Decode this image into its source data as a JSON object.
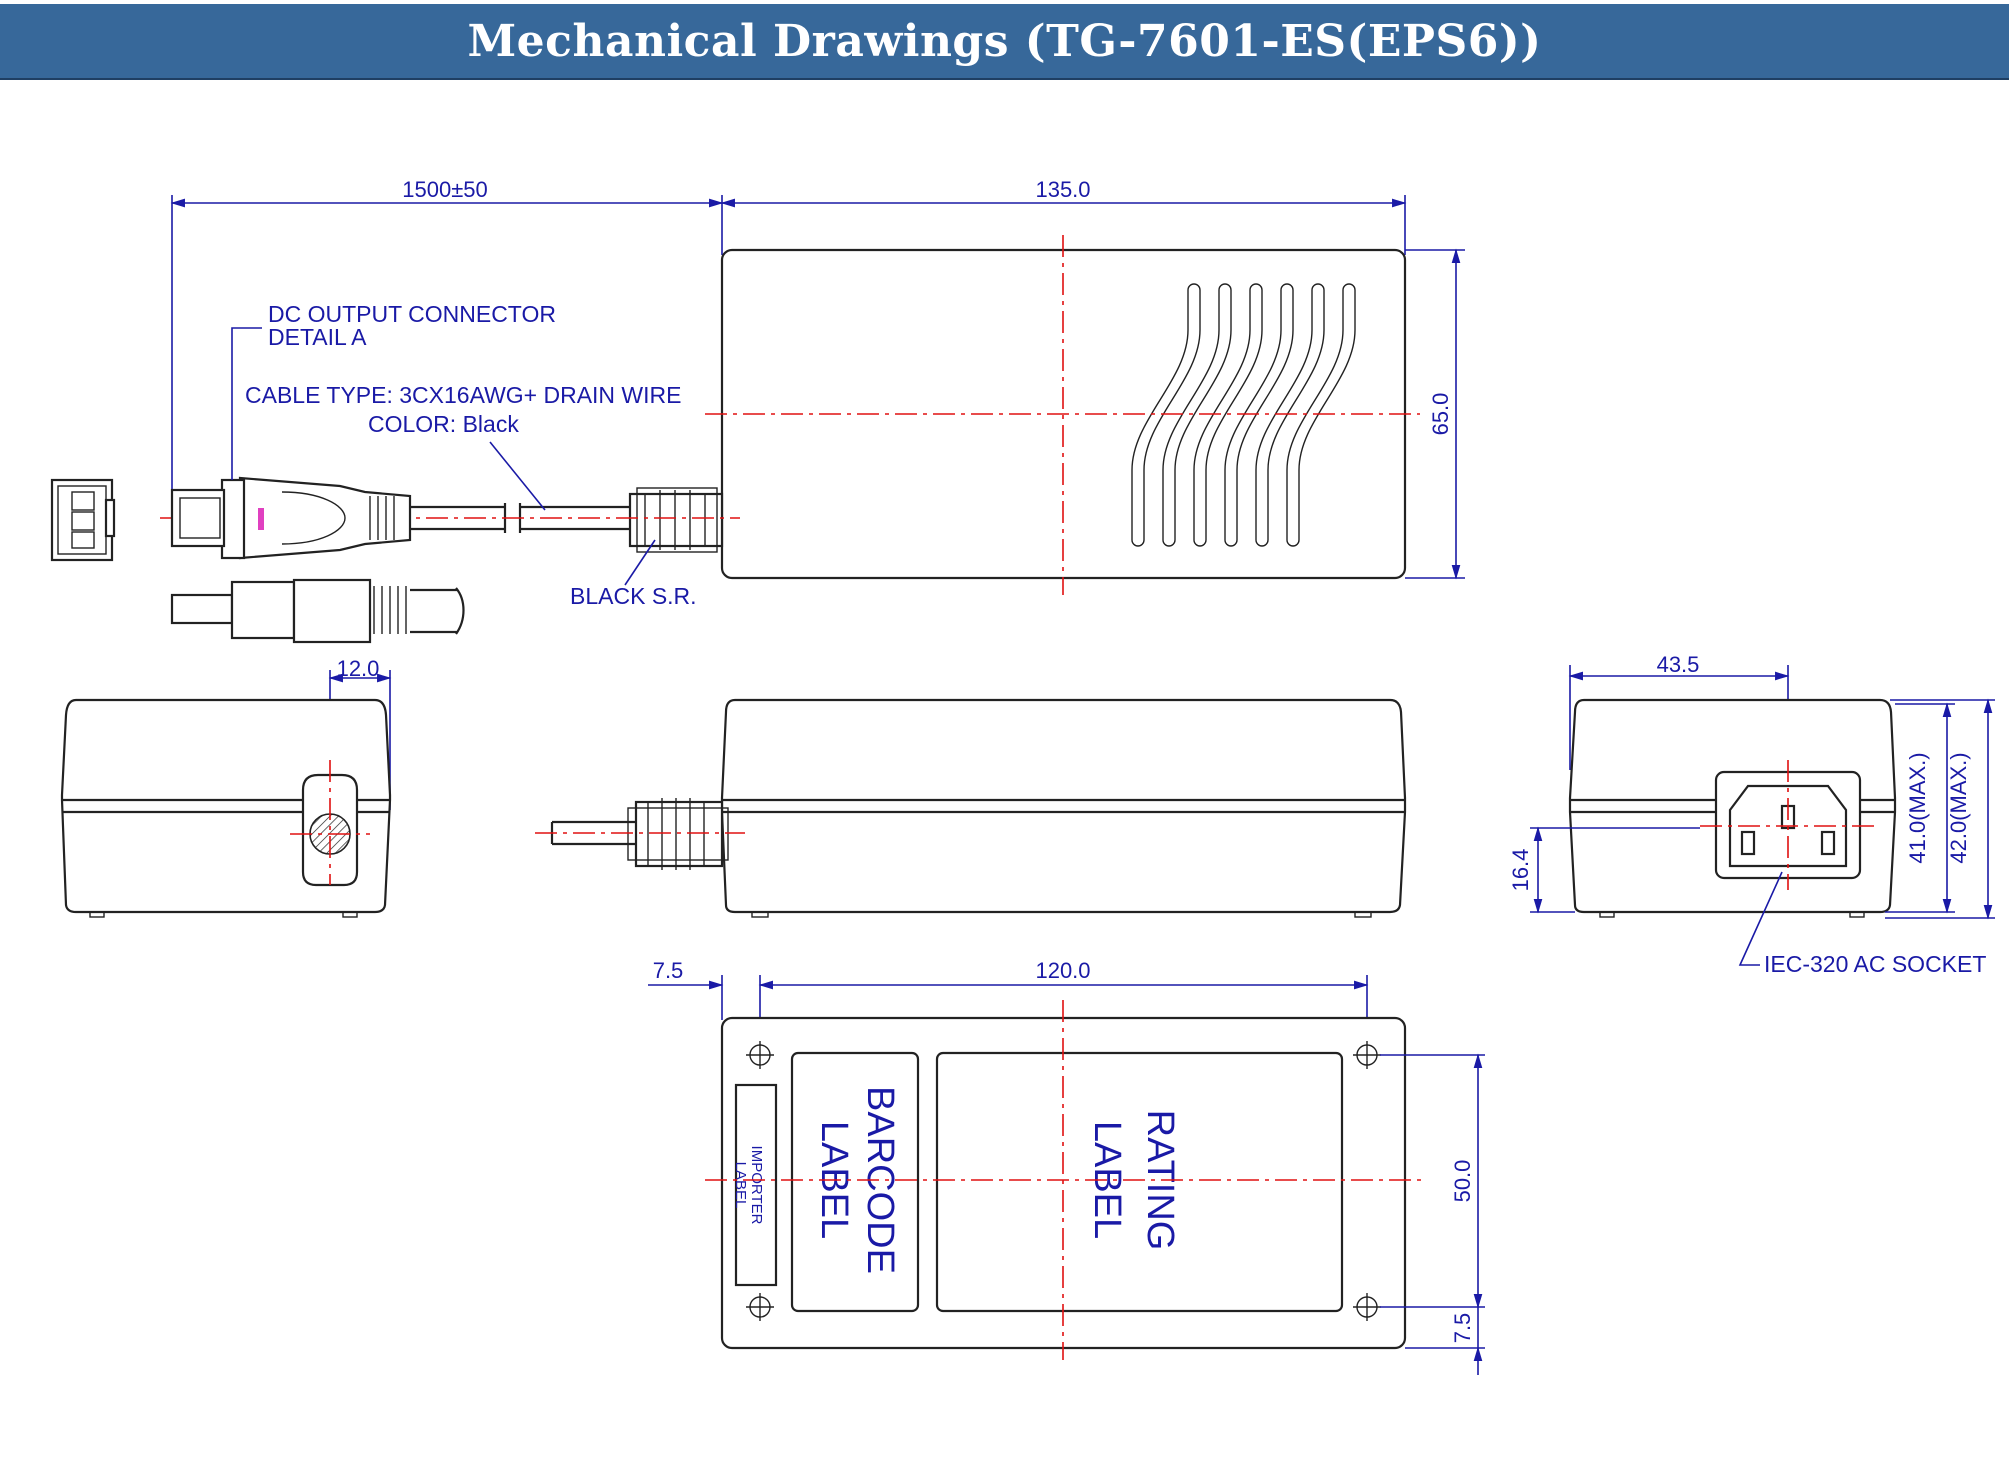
{
  "header": {
    "title": "Mechanical Drawings (TG-7601-ES(EPS6))"
  },
  "dimensions": {
    "cable_length": "1500±50",
    "body_length": "135.0",
    "body_width": "65.0",
    "plug_offset": "12.0",
    "end_width": "43.5",
    "socket_height": "16.4",
    "height_max_1": "41.0(MAX.)",
    "height_max_2": "42.0(MAX.)",
    "foot_offset_x": "7.5",
    "foot_spacing_x": "120.0",
    "foot_spacing_y": "50.0",
    "foot_offset_y": "7.5"
  },
  "notes": {
    "dc_connector_line1": "DC OUTPUT CONNECTOR",
    "dc_connector_line2": "DETAIL A",
    "cable_type": "CABLE TYPE: 3CX16AWG+ DRAIN WIRE",
    "cable_color": "COLOR: Black",
    "strain_relief": "BLACK S.R.",
    "ac_socket": "IEC-320 AC SOCKET"
  },
  "labels": {
    "barcode_line1": "BARCODE",
    "barcode_line2": "LABEL",
    "rating_line1": "RATING",
    "rating_line2": "LABEL",
    "importer_line1": "IMPORTER",
    "importer_line2": "LABEL"
  },
  "colors": {
    "header_bg": "#37689a",
    "dimension_blue": "#1a1aa6",
    "centerline_red": "#e01010",
    "outline": "#222222"
  }
}
